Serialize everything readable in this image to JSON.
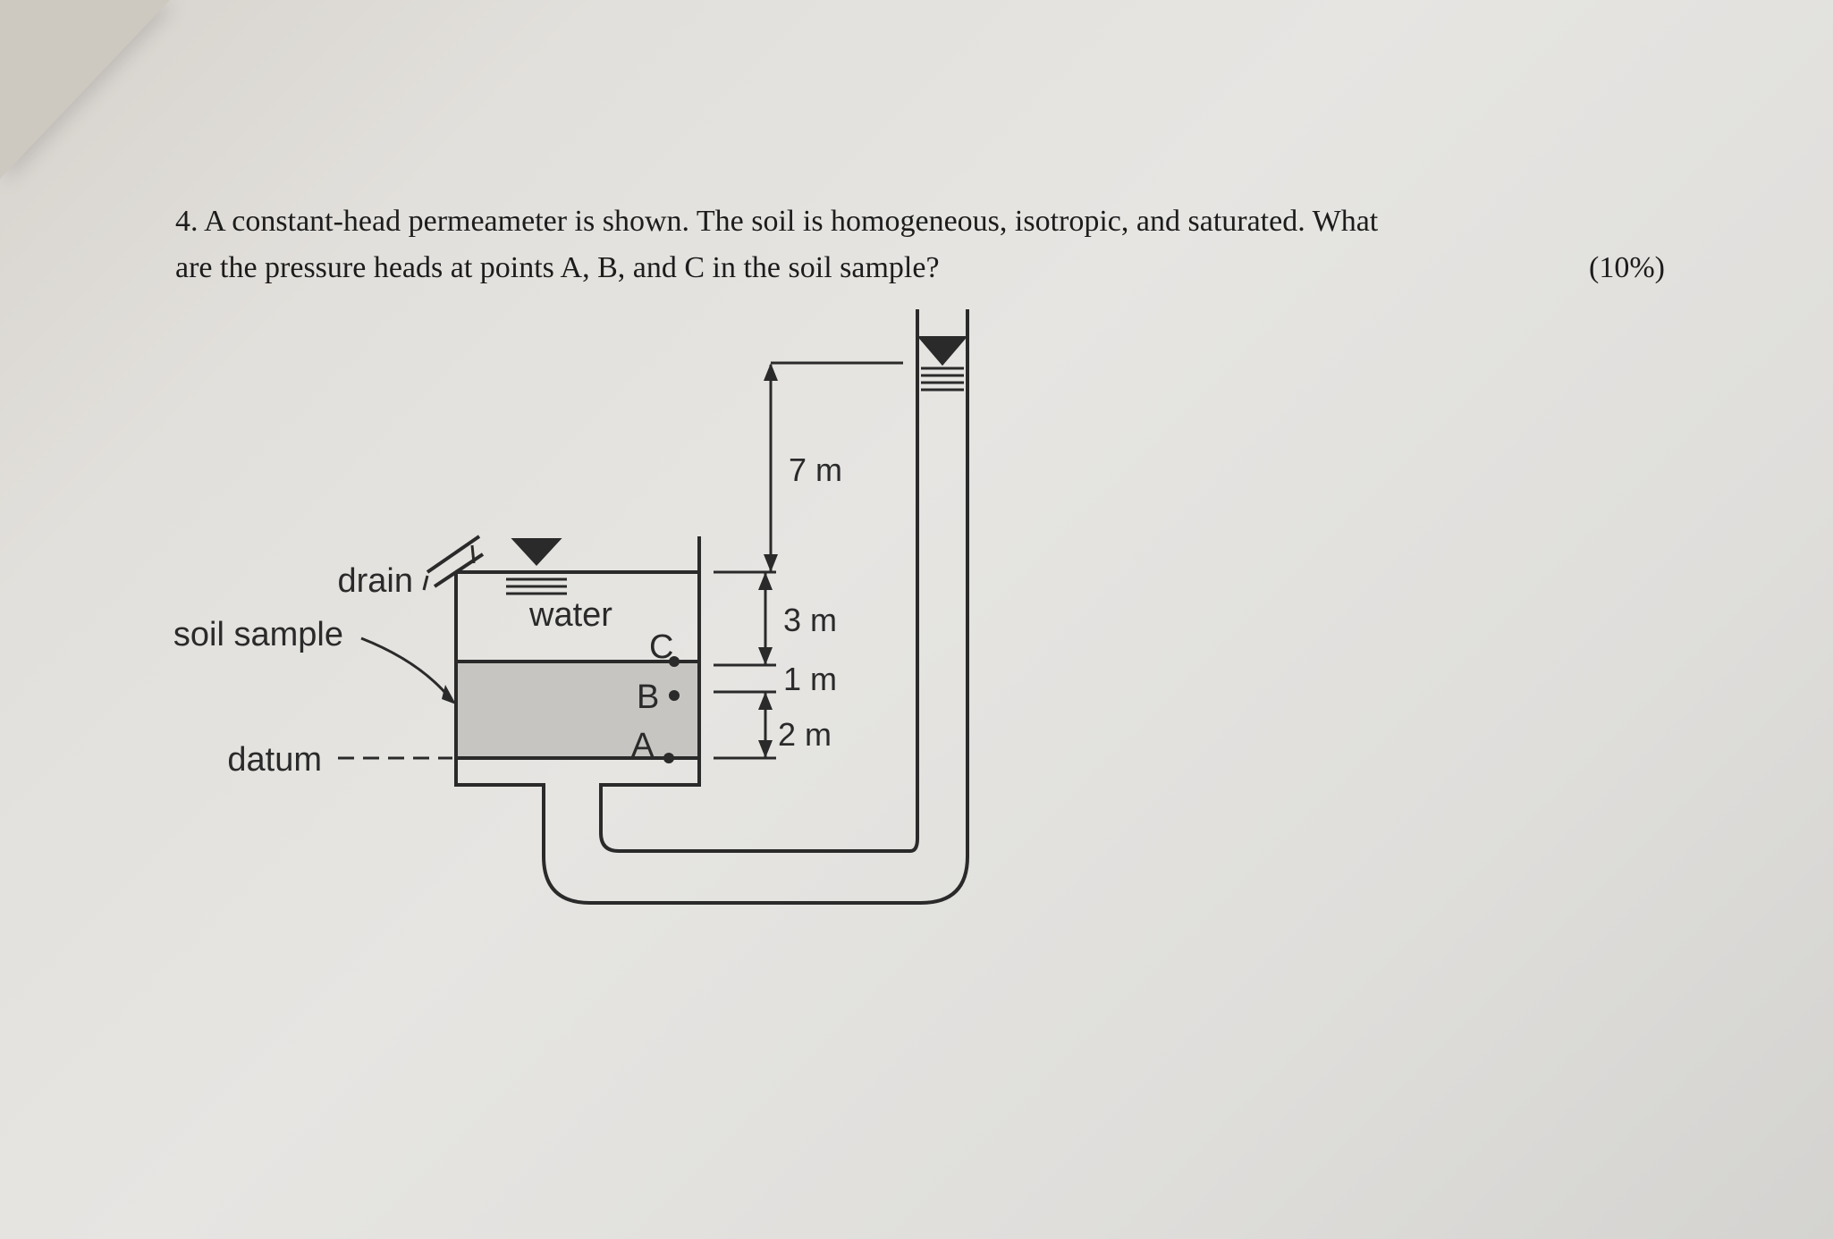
{
  "question": {
    "line1": "4. A constant-head permeameter is shown. The soil is homogeneous, isotropic, and saturated. What",
    "line2": "are the pressure heads at points A, B, and C in the soil sample?",
    "points": "(10%)"
  },
  "figure": {
    "labels": {
      "drain": "drain",
      "soil_sample": "soil sample",
      "datum": "datum",
      "water": "water",
      "point_a": "A",
      "point_b": "B",
      "point_c": "C"
    },
    "dimensions": {
      "top": "7 m",
      "water_height": "3 m",
      "middle": "1 m",
      "bottom": "2 m"
    },
    "colors": {
      "soil_fill": "#c6c5c2",
      "line": "#2a2a2a"
    }
  }
}
